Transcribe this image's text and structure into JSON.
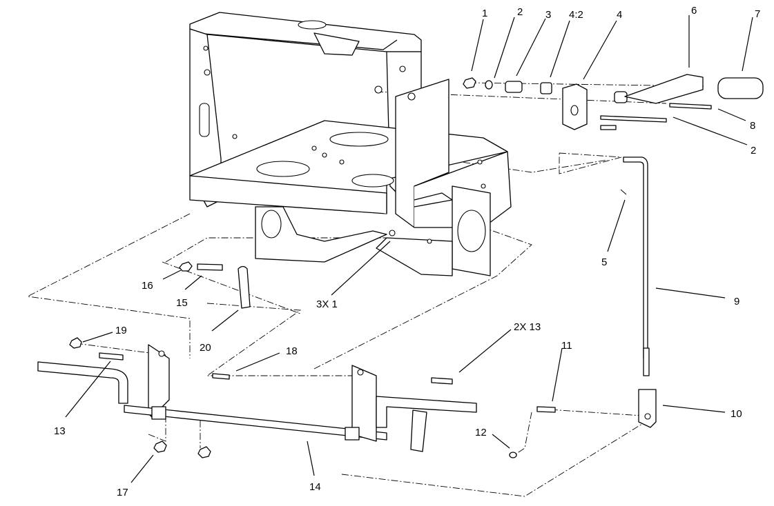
{
  "callouts": {
    "c1": "1",
    "c2_top": "2",
    "c3": "3",
    "c4_2": "4:2",
    "c4": "4",
    "c6": "6",
    "c7": "7",
    "c8": "8",
    "c2_right": "2",
    "c5": "5",
    "c9": "9",
    "c16": "16",
    "c15": "15",
    "c3x1": "3X 1",
    "c20": "20",
    "c19": "19",
    "c18": "18",
    "c2x13": "2X 13",
    "c11": "11",
    "c13": "13",
    "c12": "12",
    "c10": "10",
    "c17": "17",
    "c14": "14"
  }
}
